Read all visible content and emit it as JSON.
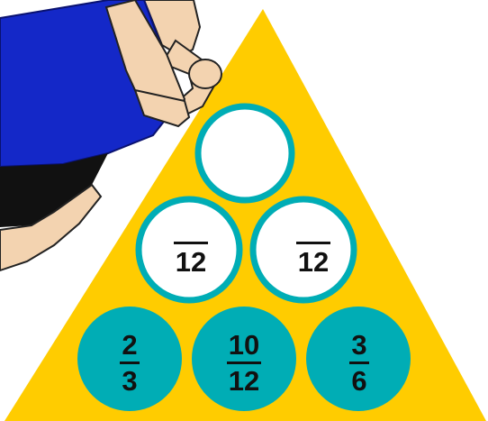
{
  "colors": {
    "triangle": "#FFCC00",
    "circle_teal": "#00ADB5",
    "circle_white": "#FFFFFF",
    "text": "#111111"
  },
  "illustration": {
    "icon": "runner-figure"
  },
  "pyramid": {
    "top": {
      "numerator": "",
      "denominator": ""
    },
    "middle": [
      {
        "numerator": "",
        "denominator": "12"
      },
      {
        "numerator": "",
        "denominator": "12"
      }
    ],
    "bottom": [
      {
        "numerator": "2",
        "denominator": "3"
      },
      {
        "numerator": "10",
        "denominator": "12"
      },
      {
        "numerator": "3",
        "denominator": "6"
      }
    ]
  }
}
